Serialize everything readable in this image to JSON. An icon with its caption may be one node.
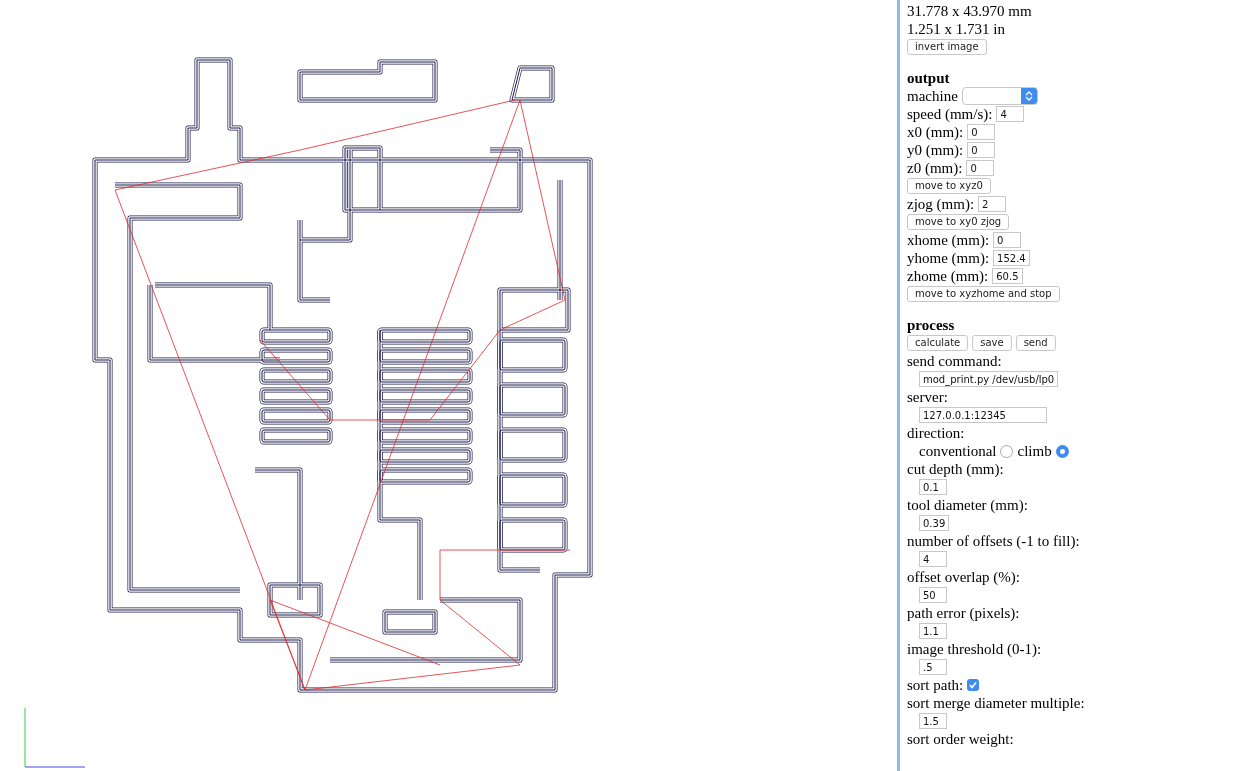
{
  "diagram": {
    "labels": [
      "31.778 x 43.970 mm",
      "1.251 x 1.731 in",
      "invert image",
      "output",
      "machine",
      "speed (mm/s):",
      "4",
      "x0 (mm):",
      "0",
      "y0 (mm):",
      "0",
      "z0 (mm):",
      "0",
      "move to xyz0",
      "zjog (mm):",
      "2",
      "move to xy0 zjog",
      "xhome (mm):",
      "0",
      "yhome (mm):",
      "152.4",
      "zhome (mm):",
      "60.5",
      "move to xyzhome and stop",
      "process",
      "calculate",
      "save",
      "send",
      "send command:",
      "mod_print.py /dev/usb/lp0",
      "server:",
      "127.0.0.1:12345",
      "direction:",
      "conventional",
      "climb",
      "cut depth (mm):",
      "0.1",
      "tool diameter (mm):",
      "0.39",
      "number of offsets (-1 to fill):",
      "4",
      "offset overlap (%):",
      "50",
      "path error (pixels):",
      "1.1",
      "image threshold (0-1):",
      ".5",
      "sort path:",
      "sort merge diameter multiple:",
      "1.5",
      "sort order weight:"
    ]
  }
}
